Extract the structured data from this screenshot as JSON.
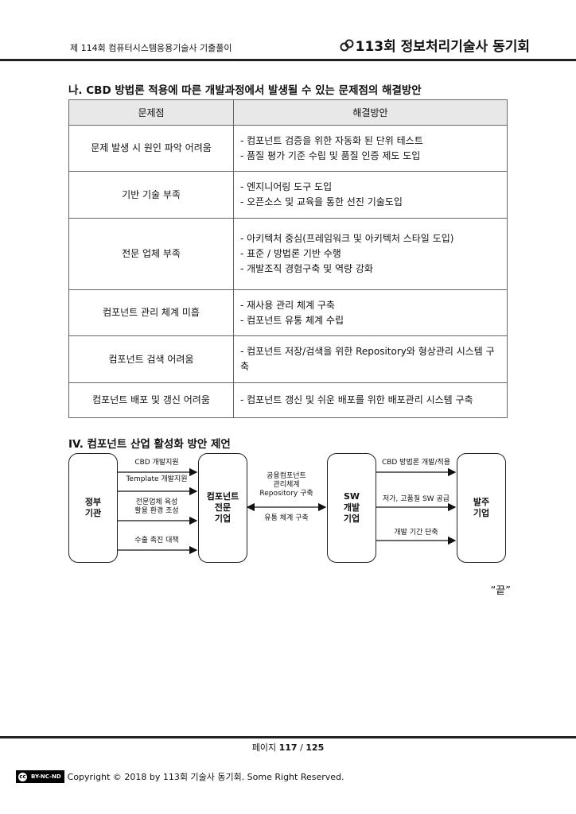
{
  "header": {
    "left": "제 114회 컴퓨터시스템응용기술사 기출풀이",
    "right": "113회 정보처리기술사 동기회"
  },
  "section1": {
    "title": "나. CBD 방법론 적용에 따른 개발과정에서 발생될 수 있는 문제점의 해결방안",
    "col_problem": "문제점",
    "col_solution": "해결방안",
    "rows": [
      {
        "problem": "문제 발생 시 원인 파악 어려움",
        "solutions": [
          "- 컴포넌트 검증을 위한 자동화 된 단위 테스트",
          "- 품질 평가 기준 수립 및 품질 인증 제도 도입"
        ]
      },
      {
        "problem": "기반 기술 부족",
        "solutions": [
          "- 엔지니어링 도구 도입",
          "- 오픈소스 및 교육을 통한 선진 기술도입"
        ]
      },
      {
        "problem": "전문 업체 부족",
        "solutions": [
          "- 아키텍처 중심(프레임워크 및 아키텍처 스타일 도입)",
          "- 표준 / 방법론 기반 수행",
          "- 개발조직 경험구축 및 역량 강화"
        ]
      },
      {
        "problem": "컴포넌트 관리 체계 미흡",
        "solutions": [
          "- 재사용 관리 체계 구축",
          "- 컴포넌트 유통 체계 수립"
        ]
      },
      {
        "problem": "컴포넌트 검색 어려움",
        "solutions": [
          "- 컴포넌트 저장/검색을 위한 Repository와 형상관리 시스템 구축"
        ]
      },
      {
        "problem": "컴포넌트 배포 및 갱신 어려움",
        "solutions": [
          "- 컴포넌트 갱신 및 쉬운 배포를 위한 배포관리 시스템 구축"
        ]
      }
    ]
  },
  "section2": {
    "title": "IV. 컴포넌트 산업 활성화 방안 제언",
    "boxes": {
      "gov": "정부\n기관",
      "comp": "컴포넌트\n전문\n기업",
      "sw": "SW\n개발\n기업",
      "client": "발주\n기업"
    },
    "labels": {
      "cbd_support": "CBD 개발지원",
      "template_support": "Template 개발지원",
      "env": "전문업체 육성\n활용 환경 조성",
      "export": "수출 촉진 대책",
      "repo": "공용컴포넌트\n관리체계\nRepository 구축",
      "dist": "유통 체계 구축",
      "cbd_apply": "CBD 방법론 개발/적용",
      "low_cost": "저가, 고품질 SW 공급",
      "short_dev": "개발 기간 단축"
    }
  },
  "end_mark": "“끝”",
  "footer": {
    "page_prefix": "페이지",
    "page_current": "117",
    "page_sep": " / ",
    "page_total": "125",
    "license": "BY-NC-ND",
    "copyright": "Copyright © 2018 by 113회 기술사 동기회. Some Right Reserved."
  }
}
